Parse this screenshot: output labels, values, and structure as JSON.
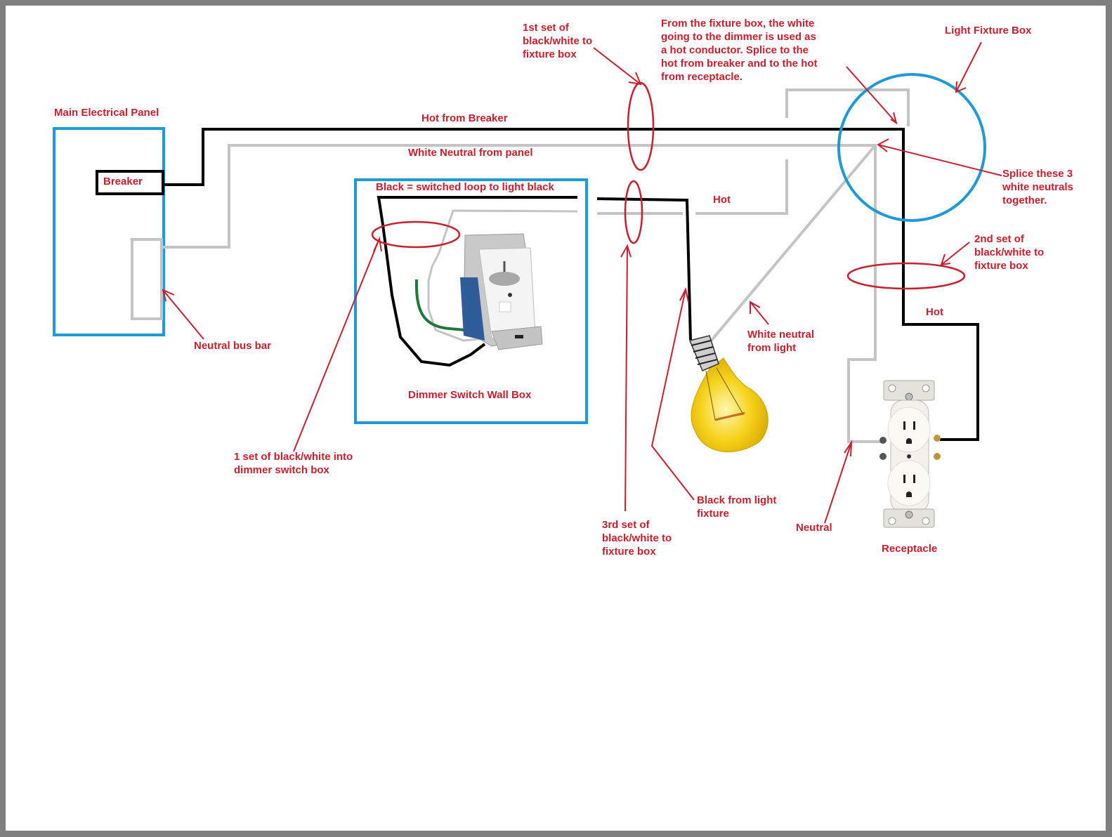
{
  "title": "Dimmer switch, light fixture and receptacle wiring diagram",
  "colors": {
    "label_red": "#c8202e",
    "box_blue": "#1e9ad6",
    "hot_wire": "#000000",
    "neutral_wire": "#c4c4c4",
    "border": "#7f7f7f"
  },
  "labels": {
    "main_panel": "Main Electrical Panel",
    "breaker": "Breaker",
    "neutral_bus_bar": "Neutral bus bar",
    "hot_from_breaker": "Hot from Breaker",
    "white_neutral_from_panel": "White Neutral from panel",
    "switched_loop": "Black = switched loop to light black",
    "dimmer_box": "Dimmer Switch Wall Box",
    "set1_into_dimmer": "1 set of black/white into\ndimmer switch box",
    "set1_fixture": "1st set of\nblack/white to\nfixture box",
    "fixture_note": "From the fixture box, the white\ngoing to the dimmer is used as\na hot conductor. Splice to the\nhot from breaker and to the hot\nfrom receptacle.",
    "light_fixture_box": "Light Fixture Box",
    "splice_neutrals": "Splice these 3\nwhite neutrals\ntogether.",
    "set2_fixture": "2nd set of\nblack/white to\nfixture box",
    "hot_mid": "Hot",
    "hot_right": "Hot",
    "white_neutral_from_light": "White neutral\nfrom light",
    "black_from_light": "Black from light\nfixture",
    "set3_fixture": "3rd set of\nblack/white to\nfixture box",
    "neutral": "Neutral",
    "receptacle": "Receptacle"
  }
}
